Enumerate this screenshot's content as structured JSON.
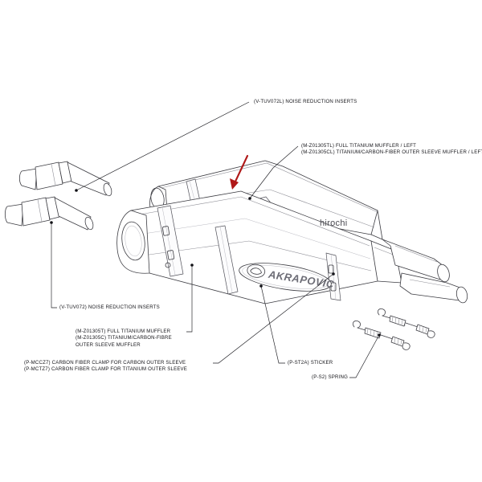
{
  "document": {
    "type": "exhaust-parts-exploded-diagram",
    "watermark": "hirochi",
    "background_color": "#ffffff",
    "line_color": "#3c3c42",
    "accent_color": "#b01818"
  },
  "labels": {
    "top_insert": {
      "name": "noise-reduction-inserts-top",
      "lines": [
        "(V-TUV072L) NOISE REDUCTION INSERTS"
      ]
    },
    "muffler_left": {
      "name": "titanium-muffler-left",
      "lines": [
        "(M-Z01305TL) FULL TITANIUM MUFFLER / LEFT",
        "(M-Z01305CL) TITANIUM/CARBON-FIBER OUTER SLEEVE MUFFLER / LEFT"
      ]
    },
    "bottom_insert": {
      "name": "noise-reduction-inserts-bottom",
      "lines": [
        "(V-TUV072) NOISE REDUCTION INSERTS"
      ]
    },
    "muffler_main": {
      "name": "titanium-muffler-main",
      "lines": [
        "(M-Z01305T) FULL TITANIUM MUFFLER",
        "(M-Z01305C) TITANIUM/CARBON-FIBRE",
        "OUTER SLEEVE MUFFLER"
      ]
    },
    "clamps": {
      "name": "carbon-fiber-clamps",
      "lines": [
        "(P-MCCZ7) CARBON FIBER CLAMP FOR CARBON OUTER SLEEVE",
        "(P-MCTZ7) CARBON FIBER CLAMP FOR TITANIUM OUTER SLEEVE"
      ]
    },
    "sticker": {
      "name": "sticker",
      "lines": [
        "(P-ST2A) STICKER"
      ]
    },
    "spring": {
      "name": "spring",
      "lines": [
        "(P-S2) SPRING"
      ]
    }
  },
  "logo": {
    "brand": "AKRAPOVIC"
  },
  "parts": [
    {
      "id": "V-TUV072L",
      "label": "NOISE REDUCTION INSERTS",
      "qty_shown": 1
    },
    {
      "id": "M-Z01305TL",
      "label": "FULL TITANIUM MUFFLER / LEFT",
      "qty_shown": 1
    },
    {
      "id": "M-Z01305CL",
      "label": "TITANIUM/CARBON-FIBER OUTER SLEEVE MUFFLER / LEFT",
      "qty_shown": 1
    },
    {
      "id": "V-TUV072",
      "label": "NOISE REDUCTION INSERTS",
      "qty_shown": 1
    },
    {
      "id": "M-Z01305T",
      "label": "FULL TITANIUM MUFFLER",
      "qty_shown": 1
    },
    {
      "id": "M-Z01305C",
      "label": "TITANIUM/CARBON-FIBRE OUTER SLEEVE MUFFLER",
      "qty_shown": 1
    },
    {
      "id": "P-MCCZ7",
      "label": "CARBON FIBER CLAMP FOR CARBON OUTER SLEEVE",
      "qty_shown": 2
    },
    {
      "id": "P-MCTZ7",
      "label": "CARBON FIBER CLAMP FOR TITANIUM OUTER SLEEVE",
      "qty_shown": 2
    },
    {
      "id": "P-ST2A",
      "label": "STICKER",
      "qty_shown": 1
    },
    {
      "id": "P-S2",
      "label": "SPRING",
      "qty_shown": 2
    }
  ]
}
